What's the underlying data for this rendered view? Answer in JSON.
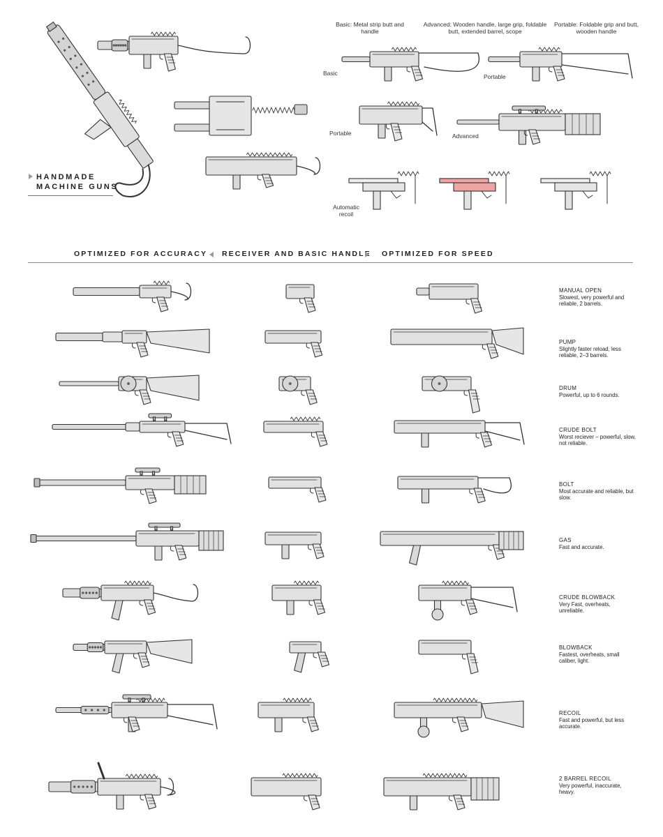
{
  "title": {
    "line1": "HANDMADE",
    "line2": "MACHINE GUNS"
  },
  "top_callouts": {
    "basic_header": "Basic: Metal strip butt and handle",
    "advanced_header": "Advanced: Wooden handle, large grip, foldable butt, extended barrel, scope",
    "portable_header": "Portable: Foldable grip and butt, wooden handle",
    "basic": "Basic",
    "portable_right": "Portable",
    "portable_left": "Portable",
    "advanced": "Advanced",
    "automatic_recoil_1": "Automatic",
    "automatic_recoil_2": "recoil"
  },
  "section_header": {
    "left": "OPTIMIZED FOR ACCURACY",
    "center": "RECEIVER AND BASIC HANDLE",
    "right": "OPTIMIZED FOR SPEED"
  },
  "receivers": [
    {
      "name": "MANUAL OPEN",
      "desc": "Slowest, very powerful and reliable, 2 barrels."
    },
    {
      "name": "PUMP",
      "desc": "Slightly faster reload, less reliable, 2–3 barrels."
    },
    {
      "name": "DRUM",
      "desc": "Powerful, up to 6 rounds."
    },
    {
      "name": "CRUDE BOLT",
      "desc": "Worst reciever – powerful, slow, not reliable."
    },
    {
      "name": "BOLT",
      "desc": "Most accurate and reliable, but slow."
    },
    {
      "name": "GAS",
      "desc": "Fast and accurate."
    },
    {
      "name": "CRUDE BLOWBACK",
      "desc": "Very Fast, overheats, unreliable."
    },
    {
      "name": "BLOWBACK",
      "desc": "Fastest, overheats, small caliber, light."
    },
    {
      "name": "RECOIL",
      "desc": "Fast and powerful, but less accurate."
    },
    {
      "name": "2 BARREL RECOIL",
      "desc": "Very powerful, inaccurate, heavy."
    }
  ],
  "colors": {
    "ink": "#333333",
    "metal": "#dcdcdc",
    "highlight": "#f0a3a3",
    "wood": "#e6e6e6"
  }
}
